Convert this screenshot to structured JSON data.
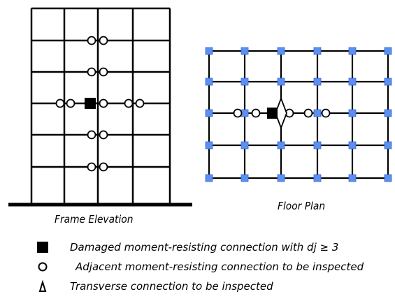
{
  "captions": {
    "frame_elevation": "Frame Elevation",
    "floor_plan": "Floor Plan"
  },
  "legend": [
    {
      "symbol": "filled-square",
      "text": "Damaged moment-resisting connection with dj ≥ 3"
    },
    {
      "symbol": "open-circle",
      "text": "Adjacent moment-resisting connection to be inspected"
    },
    {
      "symbol": "triangle",
      "text": "Transverse connection to be inspected"
    }
  ],
  "colors": {
    "line": "#000000",
    "column_marker": "#5b8ff2",
    "damaged_marker": "#000000",
    "inspect_marker_fill": "#ffffff"
  },
  "icons": {
    "damaged": "filled-square-icon",
    "inspect": "open-circle-icon",
    "transverse": "triangle-icon"
  }
}
